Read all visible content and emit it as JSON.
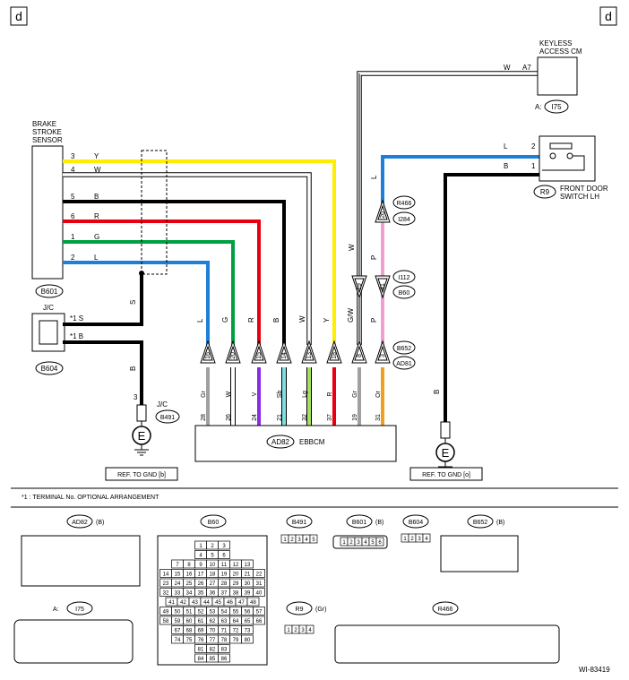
{
  "corner_label": "d",
  "note": "*1 : TERMINAL No. OPTIONAL ARRANGEMENT",
  "diagram_id": "WI-83419",
  "ref_gnd_b": "REF. TO GND [b]",
  "ref_gnd_o": "REF. TO GND [o]",
  "ground_symbol": "E",
  "components": {
    "brake_sensor": {
      "name_lines": [
        "BRAKE",
        "STROKE",
        "SENSOR"
      ],
      "code": "B601"
    },
    "jc_top": {
      "name": "J/C",
      "code": "B604",
      "star": "*1"
    },
    "jc_bottom": {
      "name": "J/C",
      "code": "B491",
      "pin": "3"
    },
    "ebbcm": {
      "code": "AD82",
      "name": "EBBCM"
    },
    "keyless": {
      "name_lines": [
        "KEYLESS",
        "ACCESS CM"
      ],
      "code": "I75",
      "prefix": "A:",
      "pin": "A7",
      "wire": "W"
    },
    "door_switch": {
      "code": "R9",
      "name_lines": [
        "FRONT DOOR",
        "SWITCH LH"
      ]
    }
  },
  "sensor_wires": [
    {
      "pin": "3",
      "color": "Y"
    },
    {
      "pin": "4",
      "color": "W"
    },
    {
      "pin": "5",
      "color": "B"
    },
    {
      "pin": "6",
      "color": "R"
    },
    {
      "pin": "1",
      "color": "G"
    },
    {
      "pin": "2",
      "color": "L"
    }
  ],
  "jc_wires": [
    {
      "label": "S",
      "star": "*1"
    },
    {
      "label": "B",
      "star": "*1"
    }
  ],
  "vertical_labels": [
    "S",
    "B",
    "L",
    "G",
    "R",
    "B",
    "W",
    "Y",
    "G/W",
    "P",
    "W",
    "L",
    "P",
    "B"
  ],
  "connector_pins_b60": [
    "16",
    "20",
    "15",
    "14",
    "13",
    "18",
    "8",
    "3",
    "19",
    "41",
    "26"
  ],
  "connector_codes": {
    "b652": "B652",
    "ad81": "AD81",
    "i112": "I112",
    "b60": "B60",
    "r466": "R466",
    "i284": "I284"
  },
  "ebbcm_wires": [
    {
      "color": "Gr",
      "pin": "28"
    },
    {
      "color": "W",
      "pin": "26"
    },
    {
      "color": "V",
      "pin": "24"
    },
    {
      "color": "Sb",
      "pin": "21"
    },
    {
      "color": "Lg",
      "pin": "32"
    },
    {
      "color": "R",
      "pin": "37"
    },
    {
      "color": "Gr",
      "pin": "19"
    },
    {
      "color": "Or",
      "pin": "31"
    }
  ],
  "door_switch_pins": [
    {
      "wire": "L",
      "pin": "2"
    },
    {
      "wire": "B",
      "pin": "1"
    }
  ],
  "legend_connectors": {
    "ad82": {
      "code": "AD82",
      "suffix": "(B)"
    },
    "b60": {
      "code": "B60"
    },
    "b491": {
      "code": "B491",
      "pins": [
        "1",
        "2",
        "3",
        "4",
        "5"
      ]
    },
    "b601": {
      "code": "B601",
      "suffix": "(B)",
      "pins": [
        "1",
        "2",
        "3",
        "4",
        "5",
        "6"
      ]
    },
    "b604": {
      "code": "B604",
      "pins": [
        "1",
        "2",
        "3",
        "4"
      ]
    },
    "b652": {
      "code": "B652",
      "suffix": "(B)"
    },
    "i75": {
      "code": "I75",
      "prefix": "A:"
    },
    "r9": {
      "code": "R9",
      "suffix": "(Gr)",
      "pins": [
        "1",
        "2",
        "3",
        "4"
      ]
    },
    "r466": {
      "code": "R466"
    }
  },
  "b60_grid": {
    "rows": [
      [
        "1",
        "2",
        "3"
      ],
      [
        "4",
        "5",
        "6"
      ],
      [
        "7",
        "8",
        "9",
        "10",
        "11",
        "12",
        "13"
      ],
      [
        "14",
        "15",
        "16",
        "17",
        "18",
        "19",
        "20",
        "21",
        "22"
      ],
      [
        "23",
        "24",
        "25",
        "26",
        "27",
        "28",
        "29",
        "30",
        "31"
      ],
      [
        "32",
        "33",
        "34",
        "35",
        "36",
        "37",
        "38",
        "39",
        "40"
      ],
      [
        "41",
        "42",
        "43",
        "44",
        "45",
        "46",
        "47",
        "48"
      ],
      [
        "49",
        "50",
        "51",
        "52",
        "53",
        "54",
        "55",
        "56",
        "57"
      ],
      [
        "58",
        "59",
        "60",
        "61",
        "62",
        "63",
        "64",
        "65",
        "66"
      ],
      [
        "67",
        "68",
        "69",
        "70",
        "71",
        "72",
        "73"
      ],
      [
        "74",
        "75",
        "76",
        "77",
        "78",
        "79",
        "80"
      ],
      [
        "81",
        "82",
        "83"
      ],
      [
        "84",
        "85",
        "86"
      ]
    ]
  },
  "colors": {
    "Y": "#ffee00",
    "B": "#000000",
    "R": "#e60012",
    "G": "#00a040",
    "L": "#1e7fd6",
    "P": "#f0a0d0",
    "V": "#8a2be2",
    "Sb": "#7fe0e0",
    "Lg": "#a8e060",
    "Gr": "#a0a0a0",
    "Or": "#f0a020",
    "W": "#ffffff"
  }
}
